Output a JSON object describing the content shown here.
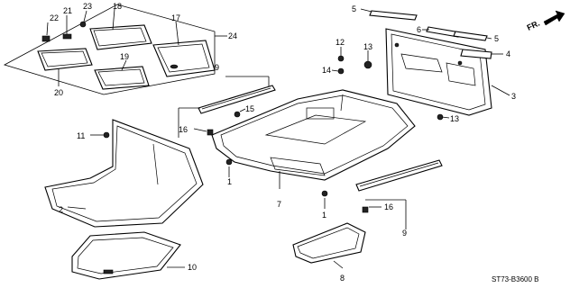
{
  "diagram": {
    "direction_label": "FR.",
    "drawing_code": "ST73-B3600 B",
    "callouts": {
      "c1a": "1",
      "c1b": "1",
      "c2": "2",
      "c3": "3",
      "c4": "4",
      "c5a": "5",
      "c5b": "5",
      "c6": "6",
      "c7": "7",
      "c8": "8",
      "c9a": "9",
      "c9b": "9",
      "c10": "10",
      "c11": "11",
      "c12": "12",
      "c13a": "13",
      "c13b": "13",
      "c14": "14",
      "c15": "15",
      "c16a": "16",
      "c16b": "16",
      "c17": "17",
      "c18": "18",
      "c19": "19",
      "c20": "20",
      "c21": "21",
      "c22": "22",
      "c23": "23",
      "c24": "24"
    }
  }
}
